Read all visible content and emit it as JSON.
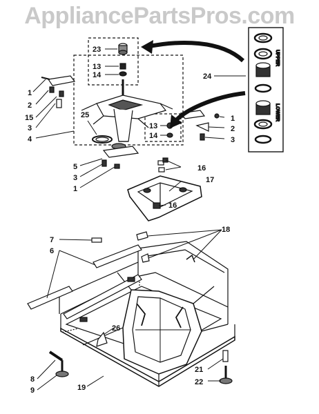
{
  "watermark": "AppliancePartsPros.com",
  "insert_labels": {
    "upper": "UPPER",
    "lower": "LOWER"
  },
  "callouts": {
    "c1a": "1",
    "c2a": "2",
    "c15": "15",
    "c3a": "3",
    "c4": "4",
    "c23": "23",
    "c13a": "13",
    "c14a": "14",
    "c25": "25",
    "c13b": "13",
    "c14b": "14",
    "c24": "24",
    "c1b": "1",
    "c2b": "2",
    "c3b": "3",
    "c5": "5",
    "c3c": "3",
    "c1c": "1",
    "c16a": "16",
    "c17": "17",
    "c16b": "16",
    "c18": "18",
    "c7": "7",
    "c6": "6",
    "c26": "26",
    "c21": "21",
    "c22": "22",
    "c8": "8",
    "c9": "9",
    "c19": "19"
  }
}
